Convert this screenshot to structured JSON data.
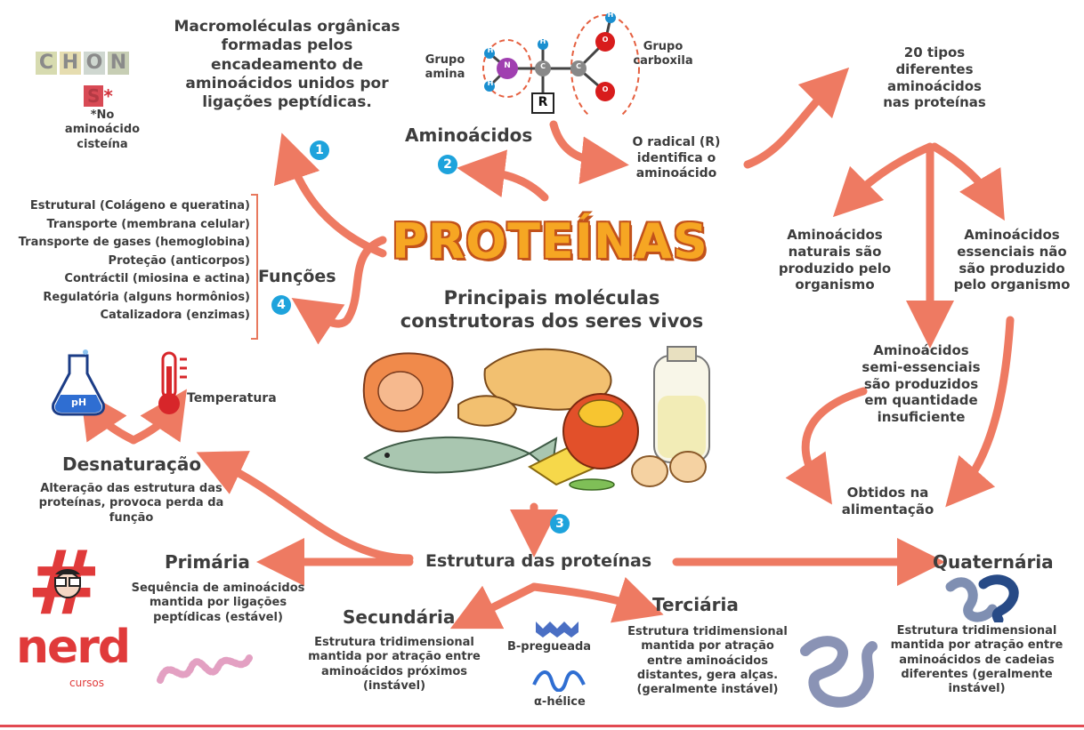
{
  "colors": {
    "arrow": "#ee7a62",
    "badge": "#1ea3dc",
    "title_fill": "#f6a623",
    "title_stroke": "#c2521b",
    "footer_line": "#e24a52",
    "logo_red": "#e03a3a"
  },
  "title": "PROTEÍNAS",
  "subtitle_line1": "Principais  moléculas",
  "subtitle_line2": "construtoras  dos seres vivos",
  "chon": {
    "letters": [
      "C",
      "H",
      "O",
      "N"
    ],
    "s_letter": "S",
    "s_star": "*",
    "note_line1": "*No",
    "note_line2": "aminoácido",
    "note_line3": "cisteína"
  },
  "macro": {
    "line1": "Macromoléculas orgânicas",
    "line2": "formadas pelos",
    "line3": "encadeamento de",
    "line4": "aminoácidos unidos por",
    "line5": "ligações peptídicas."
  },
  "badges": {
    "one": "1",
    "two": "2",
    "three": "3",
    "four": "4"
  },
  "aminoacid": {
    "label": "Aminoácidos",
    "grupo_amina_1": "Grupo",
    "grupo_amina_2": "amina",
    "grupo_carboxila_1": "Grupo",
    "grupo_carboxila_2": "carboxila",
    "atoms": {
      "H": "H",
      "N": "N",
      "C": "C",
      "O": "O",
      "R": "R"
    }
  },
  "radical": {
    "line1": "O radical (R)",
    "line2": "identifica o",
    "line3": "aminoácido"
  },
  "tipos": {
    "line1": "20 tipos",
    "line2": "diferentes",
    "line3": "aminoácidos",
    "line4": "nas proteínas"
  },
  "naturais": {
    "line1": "Aminoácidos",
    "line2": "naturais são",
    "line3": "produzido pelo",
    "line4": "organismo"
  },
  "essenciais": {
    "line1": "Aminoácidos",
    "line2": "essenciais não",
    "line3": "são produzido",
    "line4": "pelo organismo"
  },
  "semi": {
    "line1": "Aminoácidos",
    "line2": "semi-essenciais",
    "line3": "são produzidos",
    "line4": "em quantidade",
    "line5": "insuficiente"
  },
  "obtidos": {
    "line1": "Obtidos na",
    "line2": "alimentação"
  },
  "funcoes": {
    "label": "Funções",
    "items": [
      "Estrutural (Colágeno e queratina)",
      "Transporte  (membrana celular)",
      "Transporte de gases (hemoglobina)",
      "Proteção (anticorpos)",
      "Contráctil (miosina e actina)",
      "Regulatória (alguns hormônios)",
      "Catalizadora  (enzimas)"
    ]
  },
  "ph_label": "pH",
  "temperatura": "Temperatura",
  "desnaturacao": {
    "title": "Desnaturação",
    "line1": "Alteração das estrutura das",
    "line2": "proteínas, provoca perda da",
    "line3": "função"
  },
  "estrutura": "Estrutura das proteínas",
  "primaria": {
    "title": "Primária",
    "line1": "Sequência de aminoácidos",
    "line2": "mantida por ligações",
    "line3": "peptídicas  (estável)"
  },
  "secundaria": {
    "title": "Secundária",
    "line1": "Estrutura tridimensional",
    "line2": "mantida por atração  entre",
    "line3": "aminoácidos  próximos",
    "line4": "(instável)"
  },
  "b_pregueada": "B-pregueada",
  "a_helice": "α-hélice",
  "terciaria": {
    "title": "Terciária",
    "line1": "Estrutura tridimensional",
    "line2": "mantida por atração",
    "line3": "entre aminoácidos",
    "line4": "distantes, gera alças.",
    "line5": "(geralmente instável)"
  },
  "quaternaria": {
    "title": "Quaternária",
    "line1": "Estrutura tridimensional",
    "line2": "mantida por atração  entre",
    "line3": "aminoácidos  de cadeias",
    "line4": "diferentes (geralmente",
    "line5": "instável)"
  },
  "logo": {
    "hash": "#",
    "word": "nerd",
    "sub": "cursos"
  }
}
